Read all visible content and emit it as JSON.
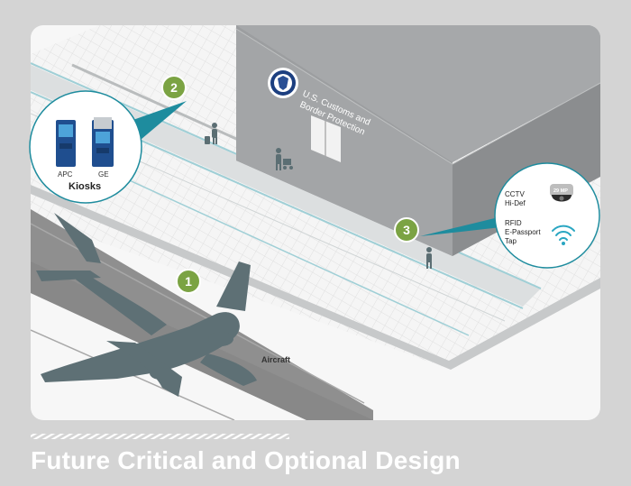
{
  "building": {
    "name_line1": "U.S. Customs and",
    "name_line2": "Border Protection"
  },
  "kiosks": {
    "title": "Kiosks",
    "left": "APC",
    "right": "GE"
  },
  "aircraft": {
    "label": "Aircraft"
  },
  "markers": {
    "one": "1",
    "two": "2",
    "three": "3"
  },
  "tech": {
    "cctv_line1": "CCTV",
    "cctv_line2": "Hi-Def",
    "camera_badge": "29 MP",
    "rfid_line1": "RFID",
    "rfid_line2": "E-Passport",
    "rfid_line3": "Tap"
  },
  "footer": {
    "title": "Future Critical and Optional Design"
  },
  "colors": {
    "marker_green": "#7ba343",
    "callout_teal": "#1e8c9e",
    "plane": "#5e7075",
    "background": "#d4d4d4"
  },
  "icons": [
    "dhs-seal-icon",
    "kiosk-icon",
    "camera-icon",
    "wifi-icon",
    "traveler-icon"
  ]
}
